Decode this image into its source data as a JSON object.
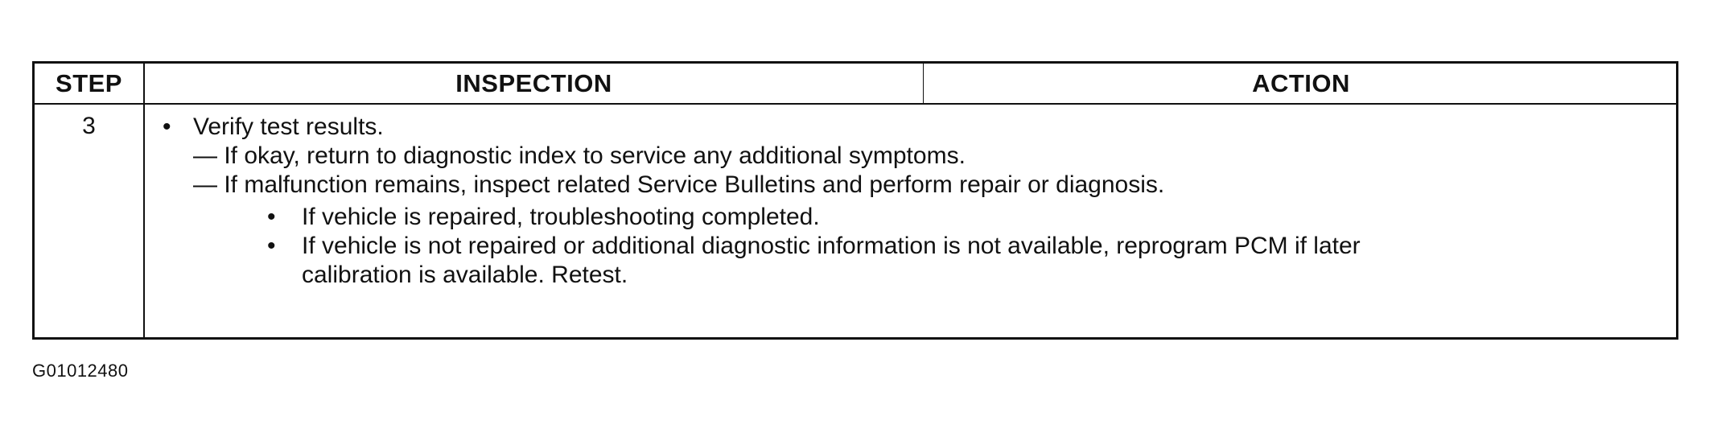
{
  "table": {
    "headers": {
      "step": "STEP",
      "inspection": "INSPECTION",
      "action": "ACTION"
    },
    "rows": [
      {
        "step": "3",
        "bullet": "•",
        "main": "Verify test results.",
        "dash_items": [
          "— If okay, return to diagnostic index to service any additional symptoms.",
          "— If malfunction remains, inspect related Service Bulletins and perform repair or diagnosis."
        ],
        "sub_items": [
          "If vehicle is repaired, troubleshooting completed.",
          "If vehicle is not repaired or additional diagnostic information is not available, reprogram PCM if later",
          "calibration is available. Retest."
        ]
      }
    ]
  },
  "footer": {
    "code": "G01012480"
  }
}
